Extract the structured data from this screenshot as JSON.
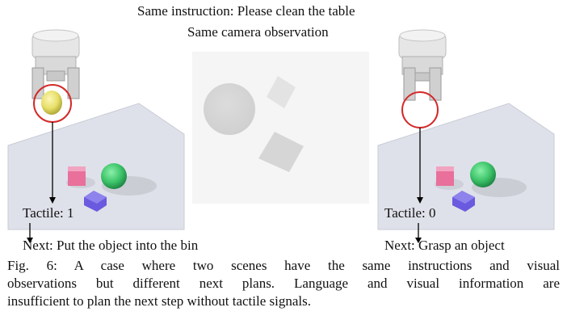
{
  "header": {
    "line1": "Same instruction: Please clean the table",
    "line2": "Same camera observation"
  },
  "left_scene": {
    "tactile_label": "Tactile: 1",
    "next_label": "Next: Put the object into the bin"
  },
  "right_scene": {
    "tactile_label": "Tactile: 0",
    "next_label": "Next: Grasp an object"
  },
  "caption": {
    "line1": "Fig. 6: A case where two scenes have the same instructions and visual",
    "line2": "observations but different next plans. Language and visual information are",
    "line3": "insufficient to plan the next step without tactile signals."
  },
  "colors": {
    "circle": "#d42a2a",
    "pink_cube": "#e8709a",
    "green_sphere": "#3ec46a",
    "purple_box": "#6a5adf",
    "yellow_ball": "#e8e06a"
  }
}
